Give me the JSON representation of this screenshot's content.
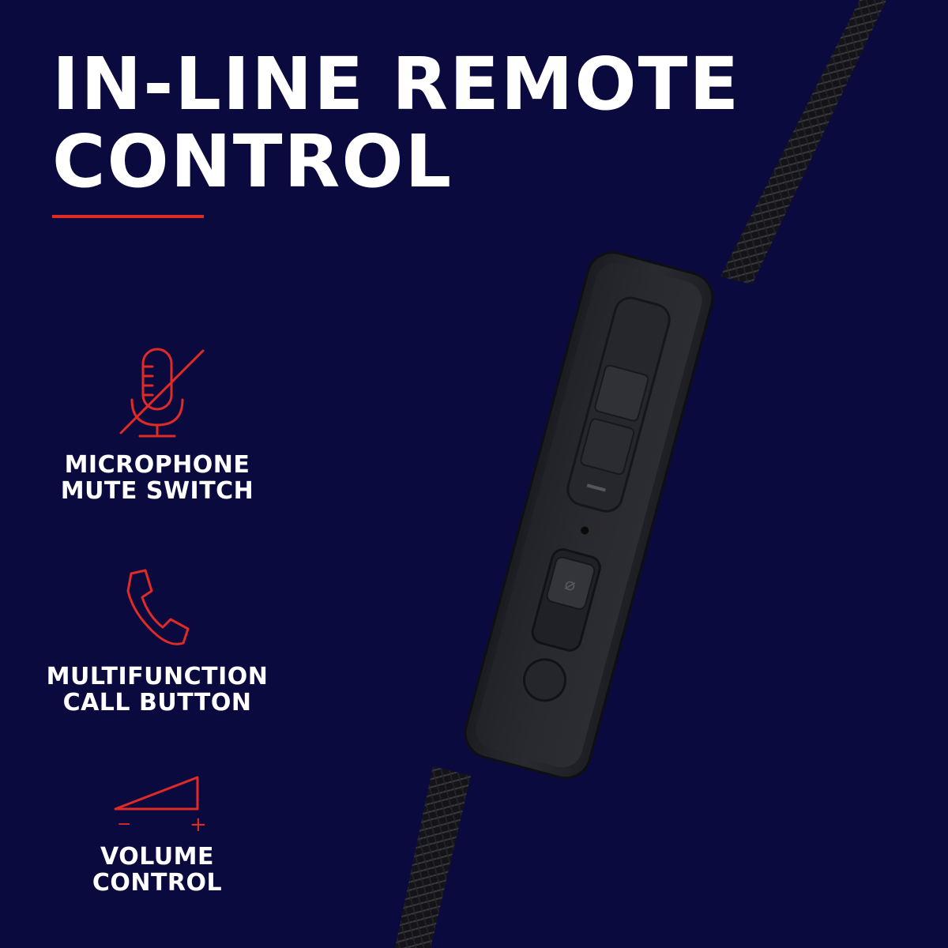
{
  "title": {
    "line1": "IN-LINE REMOTE",
    "line2": "CONTROL"
  },
  "colors": {
    "background": "#0b0a3f",
    "accent": "#e02a25",
    "text": "#ffffff",
    "device": "#24252b"
  },
  "features": [
    {
      "icon": "microphone-mute-icon",
      "line1": "MICROPHONE",
      "line2": "MUTE SWITCH"
    },
    {
      "icon": "phone-icon",
      "line1": "MULTIFUNCTION",
      "line2": "CALL BUTTON"
    },
    {
      "icon": "volume-ramp-icon",
      "line1": "VOLUME",
      "line2": "CONTROL",
      "minus": "−",
      "plus": "+"
    }
  ]
}
